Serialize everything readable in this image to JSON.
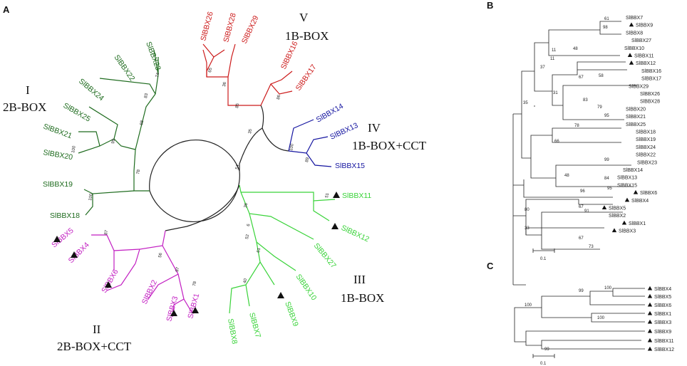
{
  "panel_labels": {
    "a": "A",
    "b": "B",
    "c": "C"
  },
  "groups": {
    "g1": {
      "num": "I",
      "name": "2B-BOX"
    },
    "g2": {
      "num": "II",
      "name": "2B-BOX+CCT"
    },
    "g3": {
      "num": "III",
      "name": "1B-BOX"
    },
    "g4": {
      "num": "IV",
      "name": "1B-BOX+CCT"
    },
    "g5": {
      "num": "V",
      "name": "1B-BOX"
    }
  },
  "colors": {
    "g1": "#1e6b1e",
    "g2": "#c21ec2",
    "g3": "#39d339",
    "g4": "#1515a0",
    "g5": "#cc1a1a",
    "backbone": "#222222"
  },
  "panel_a": {
    "leaves": [
      {
        "name": "SlBBX26",
        "group": "g5",
        "marked": false
      },
      {
        "name": "SlBBX28",
        "group": "g5",
        "marked": false
      },
      {
        "name": "SlBBX29",
        "group": "g5",
        "marked": false
      },
      {
        "name": "SlBBX16",
        "group": "g5",
        "marked": false
      },
      {
        "name": "SlBBX17",
        "group": "g5",
        "marked": false
      },
      {
        "name": "SlBBX14",
        "group": "g4",
        "marked": false
      },
      {
        "name": "SlBBX13",
        "group": "g4",
        "marked": false
      },
      {
        "name": "SlBBX15",
        "group": "g4",
        "marked": false
      },
      {
        "name": "SlBBX11",
        "group": "g3",
        "marked": true
      },
      {
        "name": "SlBBX12",
        "group": "g3",
        "marked": true
      },
      {
        "name": "SlBBX27",
        "group": "g3",
        "marked": false
      },
      {
        "name": "SlBBX10",
        "group": "g3",
        "marked": false
      },
      {
        "name": "SlBBX9",
        "group": "g3",
        "marked": true
      },
      {
        "name": "SlBBX7",
        "group": "g3",
        "marked": false
      },
      {
        "name": "SlBBX8",
        "group": "g3",
        "marked": false
      },
      {
        "name": "SlBBX1",
        "group": "g2",
        "marked": true
      },
      {
        "name": "SlBBX3",
        "group": "g2",
        "marked": true
      },
      {
        "name": "SlBBX2",
        "group": "g2",
        "marked": false
      },
      {
        "name": "SlBBX6",
        "group": "g2",
        "marked": true
      },
      {
        "name": "SlBBX4",
        "group": "g2",
        "marked": true
      },
      {
        "name": "SlBBX5",
        "group": "g2",
        "marked": true
      },
      {
        "name": "SlBBX18",
        "group": "g1",
        "marked": false
      },
      {
        "name": "SlBBX19",
        "group": "g1",
        "marked": false
      },
      {
        "name": "SlBBX20",
        "group": "g1",
        "marked": false
      },
      {
        "name": "SlBBX21",
        "group": "g1",
        "marked": false
      },
      {
        "name": "SlBBX25",
        "group": "g1",
        "marked": false
      },
      {
        "name": "SlBBX24",
        "group": "g1",
        "marked": false
      },
      {
        "name": "SlBBX22",
        "group": "g1",
        "marked": false
      },
      {
        "name": "SlBBX23",
        "group": "g1",
        "marked": false
      }
    ],
    "bootstrap": [
      "65",
      "36",
      "85",
      "86",
      "35",
      "100",
      "89",
      "54",
      "51",
      "36",
      "6",
      "52",
      "61",
      "40",
      "78",
      "97",
      "56",
      "87",
      "100",
      "99",
      "68",
      "78",
      "83",
      "74",
      "100"
    ]
  },
  "panel_b": {
    "leaves": [
      {
        "name": "SlBBX7",
        "marked": false
      },
      {
        "name": "SlBBX9",
        "marked": true
      },
      {
        "name": "SlBBX8",
        "marked": false
      },
      {
        "name": "SlBBX27",
        "marked": false
      },
      {
        "name": "SlBBX10",
        "marked": false
      },
      {
        "name": "SlBBX11",
        "marked": true
      },
      {
        "name": "SlBBX12",
        "marked": true
      },
      {
        "name": "SlBBX16",
        "marked": false
      },
      {
        "name": "SlBBX17",
        "marked": false
      },
      {
        "name": "SlBBX29",
        "marked": false
      },
      {
        "name": "SlBBX26",
        "marked": false
      },
      {
        "name": "SlBBX28",
        "marked": false
      },
      {
        "name": "SlBBX20",
        "marked": false
      },
      {
        "name": "SlBBX21",
        "marked": false
      },
      {
        "name": "SlBBX25",
        "marked": false
      },
      {
        "name": "SlBBX18",
        "marked": false
      },
      {
        "name": "SlBBX19",
        "marked": false
      },
      {
        "name": "SlBBX24",
        "marked": false
      },
      {
        "name": "SlBBX22",
        "marked": false
      },
      {
        "name": "SlBBX23",
        "marked": false
      },
      {
        "name": "SlBBX14",
        "marked": false
      },
      {
        "name": "SlBBX13",
        "marked": false
      },
      {
        "name": "SlBBX15",
        "marked": false
      },
      {
        "name": "SlBBX6",
        "marked": true
      },
      {
        "name": "SlBBX4",
        "marked": true
      },
      {
        "name": "SlBBX5",
        "marked": true
      },
      {
        "name": "SlBBX2",
        "marked": false
      },
      {
        "name": "SlBBX1",
        "marked": true
      },
      {
        "name": "SlBBX3",
        "marked": true
      }
    ],
    "bootstrap": [
      "61",
      "98",
      "48",
      "11",
      "11",
      "67",
      "37",
      "58",
      "31",
      "83",
      "79",
      "35",
      "95",
      "78",
      "66",
      "99",
      "48",
      "84",
      "95",
      "96",
      "67",
      "80",
      "91",
      "33",
      "67",
      "73"
    ],
    "scale": "0.1"
  },
  "panel_c": {
    "leaves": [
      {
        "name": "SlBBX4",
        "marked": true
      },
      {
        "name": "SlBBX5",
        "marked": true
      },
      {
        "name": "SlBBX6",
        "marked": true
      },
      {
        "name": "SlBBX1",
        "marked": true
      },
      {
        "name": "SlBBX3",
        "marked": true
      },
      {
        "name": "SlBBX9",
        "marked": true
      },
      {
        "name": "SlBBX11",
        "marked": true
      },
      {
        "name": "SlBBX12",
        "marked": true
      }
    ],
    "bootstrap": [
      "100",
      "99",
      "100",
      "100",
      "99"
    ],
    "scale": "0.1"
  }
}
